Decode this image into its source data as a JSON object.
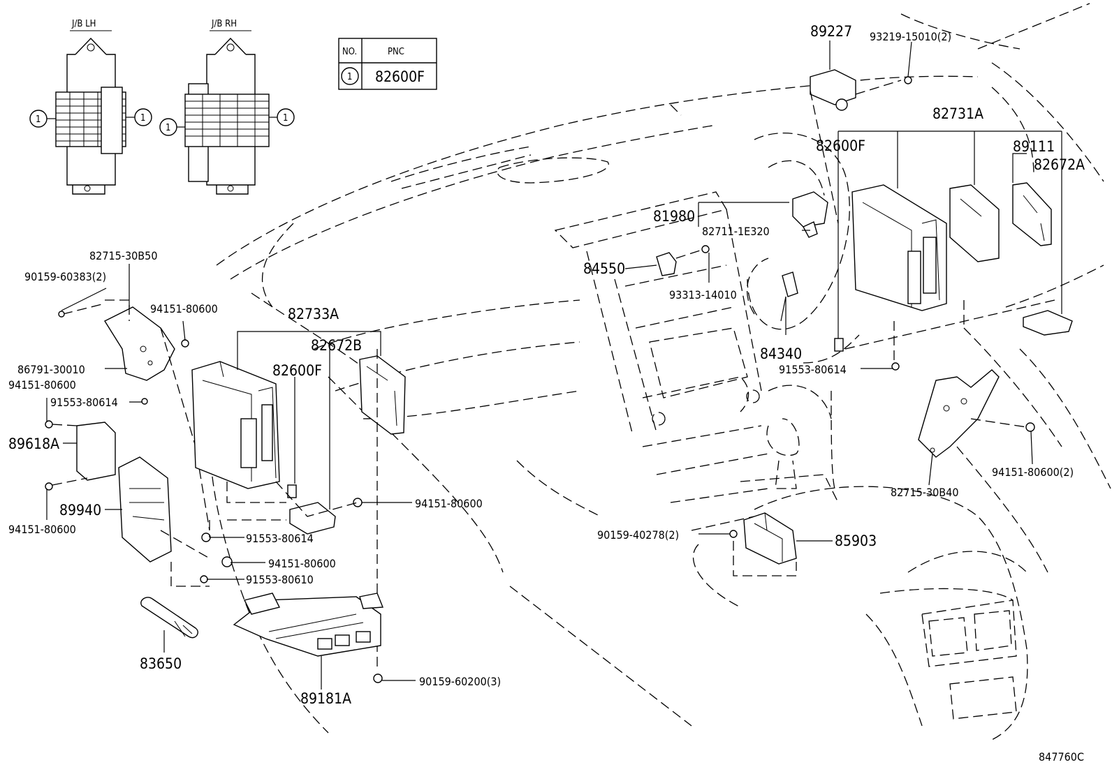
{
  "diagram_id": "847760C",
  "junction_blocks": {
    "lh_title": "J/B LH",
    "rh_title": "J/B RH",
    "ref_mark": "1"
  },
  "pnc_table": {
    "header_no": "NO.",
    "header_pnc": "PNC",
    "row_no": "1",
    "row_pnc": "82600F"
  },
  "callouts": {
    "p82715_30B50": "82715-30B50",
    "p90159_60383": "90159-60383(2)",
    "p94151_80600_a": "94151-80600",
    "p86791_30010": "86791-30010",
    "p94151_80600_b": "94151-80600",
    "p91553_80614_a": "91553-80614",
    "p89618A": "89618A",
    "p89940": "89940",
    "p94151_80600_c": "94151-80600",
    "p82733A": "82733A",
    "p82672B": "82672B",
    "p82600F_left": "82600F",
    "p94151_80600_d": "94151-80600",
    "p91553_80614_b": "91553-80614",
    "p94151_80600_e": "94151-80600",
    "p91553_80610": "91553-80610",
    "p83650": "83650",
    "p89181A": "89181A",
    "p90159_60200": "90159-60200(3)",
    "p89227": "89227",
    "p93219_15010": "93219-15010(2)",
    "p82731A": "82731A",
    "p82600F_right": "82600F",
    "p89111": "89111",
    "p82672A": "82672A",
    "p81980": "81980",
    "p82711_1E320": "82711-1E320",
    "p84550": "84550",
    "p93313_14010": "93313-14010",
    "p84340": "84340",
    "p91553_80614_c": "91553-80614",
    "p94151_80600_f": "94151-80600(2)",
    "p82715_30B40": "82715-30B40",
    "p90159_40278": "90159-40278(2)",
    "p85903": "85903"
  }
}
